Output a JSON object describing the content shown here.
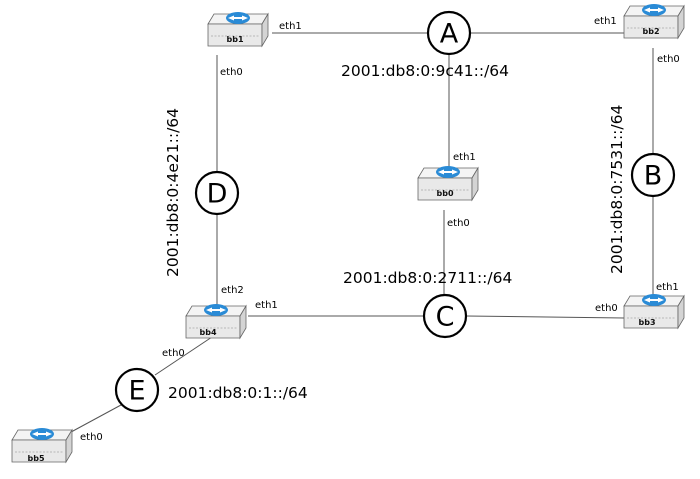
{
  "segments": {
    "A": {
      "letter": "A",
      "prefix": "2001:db8:0:9c41::/64"
    },
    "B": {
      "letter": "B",
      "prefix": "2001:db8:0:7531::/64"
    },
    "C": {
      "letter": "C",
      "prefix": "2001:db8:0:2711::/64"
    },
    "D": {
      "letter": "D",
      "prefix": "2001:db8:0:4e21::/64"
    },
    "E": {
      "letter": "E",
      "prefix": "2001:db8:0:1::/64"
    }
  },
  "routers": {
    "bb0": {
      "name": "bb0",
      "ifaces": {
        "eth1": "eth1",
        "eth0": "eth0"
      }
    },
    "bb1": {
      "name": "bb1",
      "ifaces": {
        "eth1": "eth1",
        "eth0": "eth0"
      }
    },
    "bb2": {
      "name": "bb2",
      "ifaces": {
        "eth1": "eth1",
        "eth0": "eth0"
      }
    },
    "bb3": {
      "name": "bb3",
      "ifaces": {
        "eth1": "eth1",
        "eth0": "eth0"
      }
    },
    "bb4": {
      "name": "bb4",
      "ifaces": {
        "eth2": "eth2",
        "eth1": "eth1",
        "eth0": "eth0"
      }
    },
    "bb5": {
      "name": "bb5",
      "ifaces": {
        "eth0": "eth0"
      }
    }
  },
  "colors": {
    "router_logo": "#2a8bd6",
    "link": "#555555"
  },
  "icons": {
    "router": "router-icon"
  }
}
